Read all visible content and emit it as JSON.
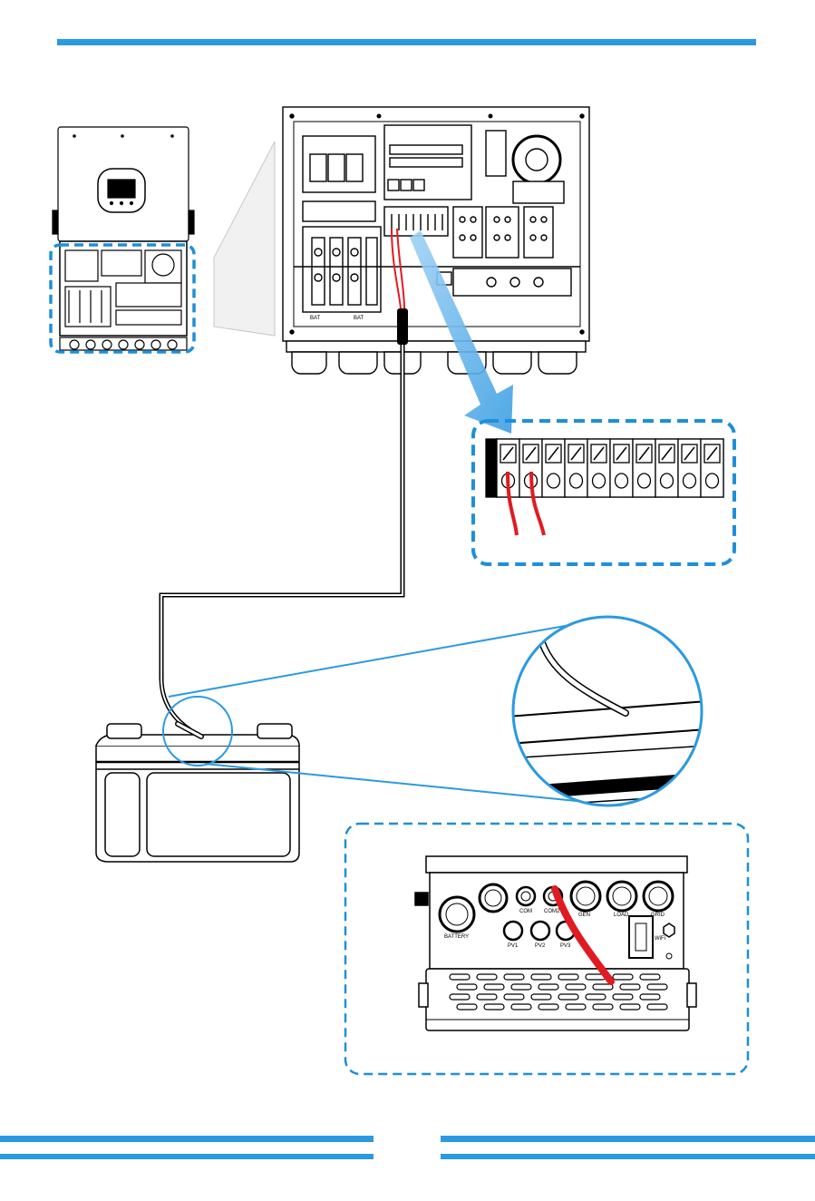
{
  "colors": {
    "accent_blue": "#2a9ae0",
    "dashed_blue": "#1f8fd9",
    "wire_red": "#e01b22",
    "line_black": "#000000",
    "arrow_blue": "#62b3ea"
  },
  "bottom_view": {
    "port_labels": {
      "battery": "BATTERY",
      "com": "COM",
      "bms": "COM2",
      "gen": "GEN",
      "load": "LOAD",
      "grid": "GRID",
      "pv1": "PV1",
      "pv2": "PV2",
      "pv3": "PV3",
      "wifi": "WiFi"
    }
  },
  "inverter_panel": {
    "battery_labels": [
      "BAT",
      "BAT"
    ]
  },
  "terminal_block": {
    "terminal_count": 10,
    "wired_terminals": 2
  },
  "icons": [
    "inverter-front-icon",
    "inverter-open-panel-icon",
    "battery-icon",
    "temperature-sensor-icon",
    "magnifier-circle-icon",
    "terminal-block-icon",
    "inverter-bottom-view-icon",
    "flow-arrow-icon"
  ]
}
